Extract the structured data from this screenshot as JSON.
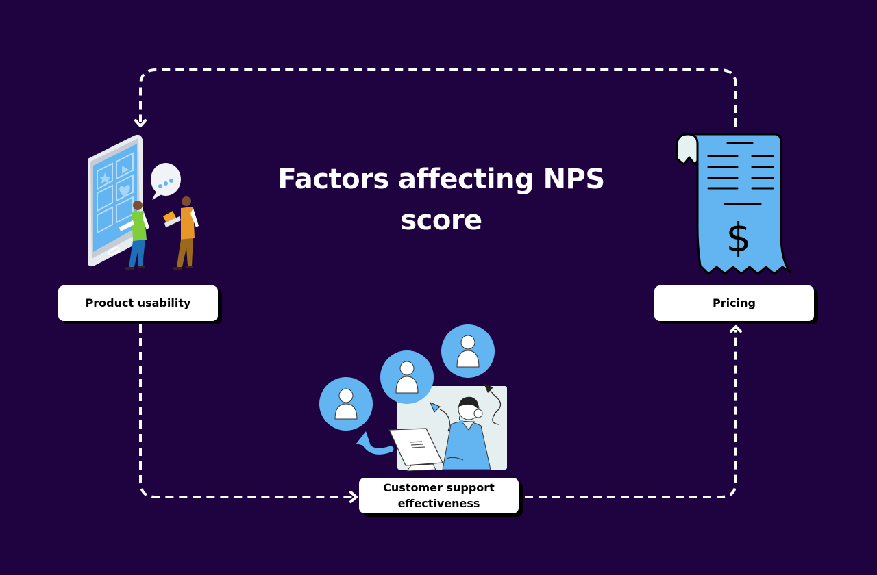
{
  "title": "Factors affecting NPS score",
  "nodes": [
    {
      "id": "product-usability",
      "label": "Product usability",
      "illustration": "smartphone-with-people-icon"
    },
    {
      "id": "pricing",
      "label": "Pricing",
      "illustration": "receipt-dollar-icon"
    },
    {
      "id": "customer-support",
      "label": "Customer support effectiveness",
      "illustration": "support-agent-headset-icon"
    }
  ],
  "flow": {
    "style": "dashed",
    "direction": "cycle",
    "edges": [
      {
        "from": "pricing",
        "to": "product-usability"
      },
      {
        "from": "product-usability",
        "to": "customer-support"
      },
      {
        "from": "customer-support",
        "to": "pricing"
      }
    ]
  },
  "colors": {
    "background": "#1f0340",
    "box": "#ffffff",
    "box_shadow": "#000000",
    "accent_blue": "#63b5f1",
    "arrow": "#ffffff",
    "title_text": "#ffffff"
  }
}
